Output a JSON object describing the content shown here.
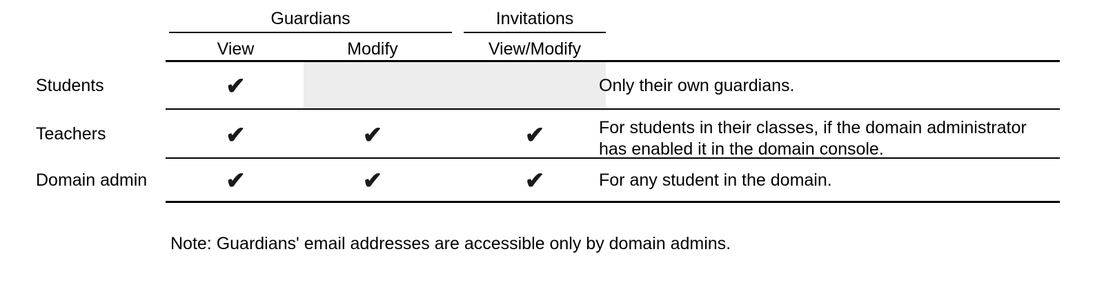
{
  "table": {
    "column_groups": [
      {
        "label": "Guardians",
        "span": 2
      },
      {
        "label": "Invitations",
        "span": 1
      }
    ],
    "subheaders": {
      "guardians_view": "View",
      "guardians_modify": "Modify",
      "invitations_viewmodify": "View/Modify"
    },
    "check_glyph": "✔",
    "shade_color": "#ededed",
    "rule_color": "#000000",
    "rows": [
      {
        "role": "Students",
        "guardians_view": "✔",
        "guardians_modify": "",
        "invitations_viewmodify": "",
        "modify_disabled": true,
        "invitations_disabled": true,
        "note": "Only their own guardians."
      },
      {
        "role": "Teachers",
        "guardians_view": "✔",
        "guardians_modify": "✔",
        "invitations_viewmodify": "✔",
        "modify_disabled": false,
        "invitations_disabled": false,
        "note": "For students in their classes, if the domain administrator has enabled it in the domain console."
      },
      {
        "role": "Domain admin",
        "guardians_view": "✔",
        "guardians_modify": "✔",
        "invitations_viewmodify": "✔",
        "modify_disabled": false,
        "invitations_disabled": false,
        "note": "For any student in the domain."
      }
    ]
  },
  "footnote": "Note: Guardians' email addresses are accessible only by domain admins."
}
